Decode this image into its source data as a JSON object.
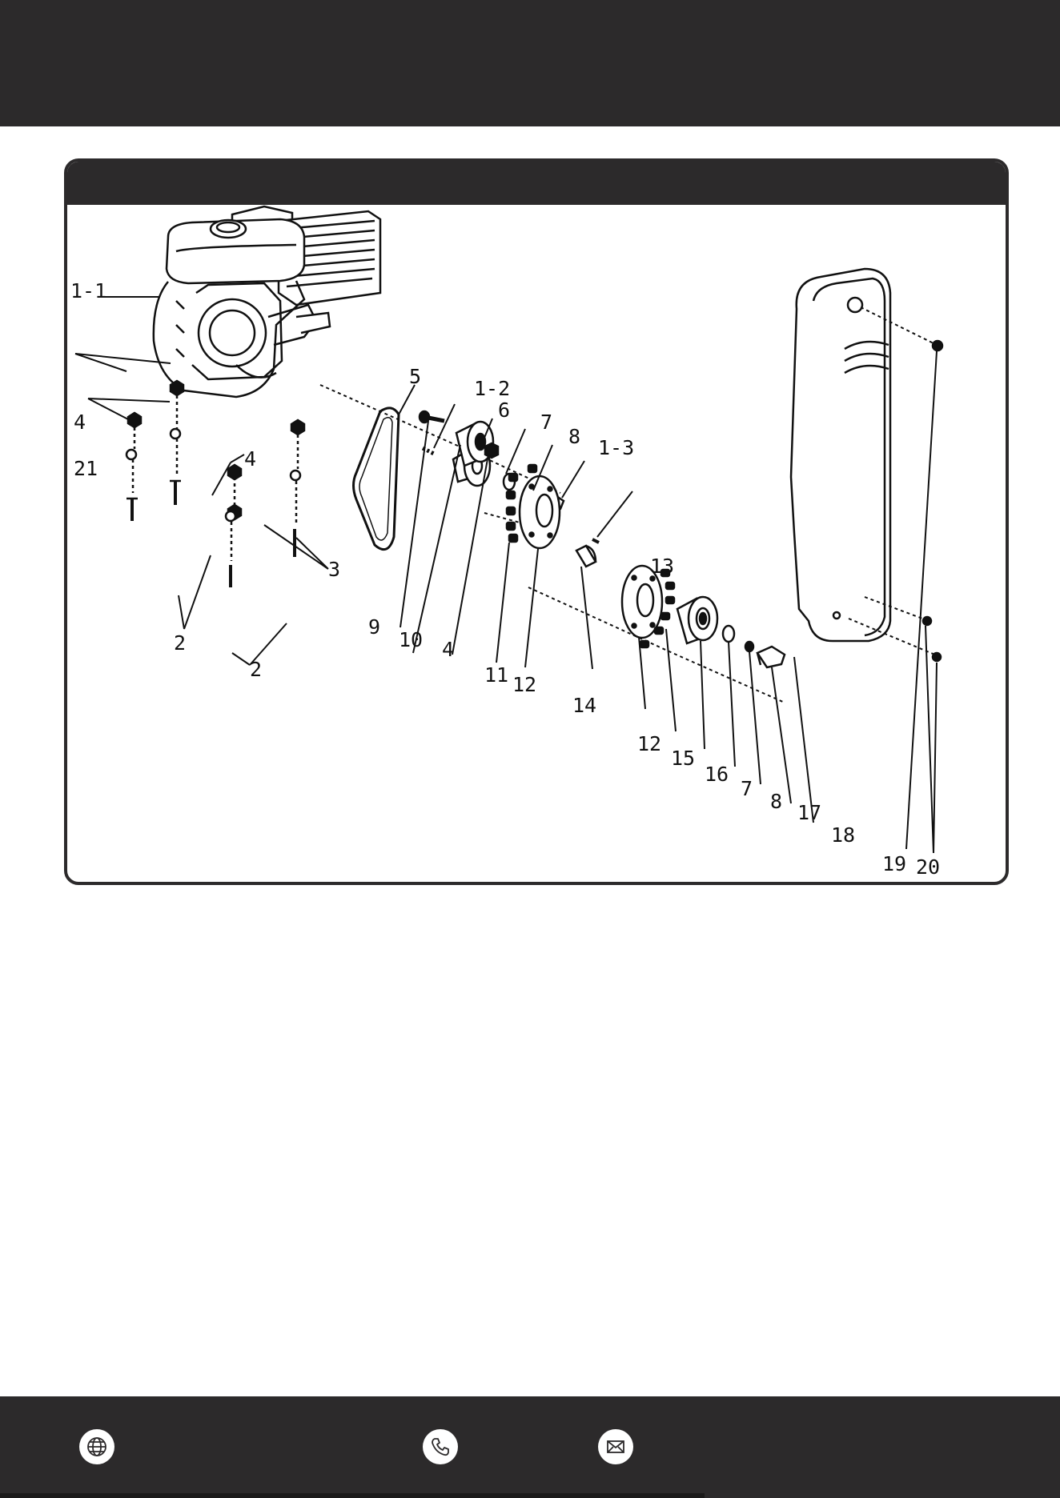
{
  "diagram": {
    "labels": {
      "l1_1": "1-1",
      "l1_2": "1-2",
      "l1_3": "1-3",
      "l4a": "4",
      "l21": "21",
      "l4b": "4",
      "l3": "3",
      "l2a": "2",
      "l2b": "2",
      "l5": "5",
      "l6": "6",
      "l7a": "7",
      "l8a": "8",
      "l9": "9",
      "l10": "10",
      "l4c": "4",
      "l11": "11",
      "l12a": "12",
      "l13": "13",
      "l14": "14",
      "l12b": "12",
      "l15": "15",
      "l16": "16",
      "l7b": "7",
      "l8b": "8",
      "l17": "17",
      "l18": "18",
      "l19": "19",
      "l20": "20"
    }
  },
  "footer": {
    "icons": [
      "globe-icon",
      "phone-icon",
      "mail-icon"
    ]
  }
}
